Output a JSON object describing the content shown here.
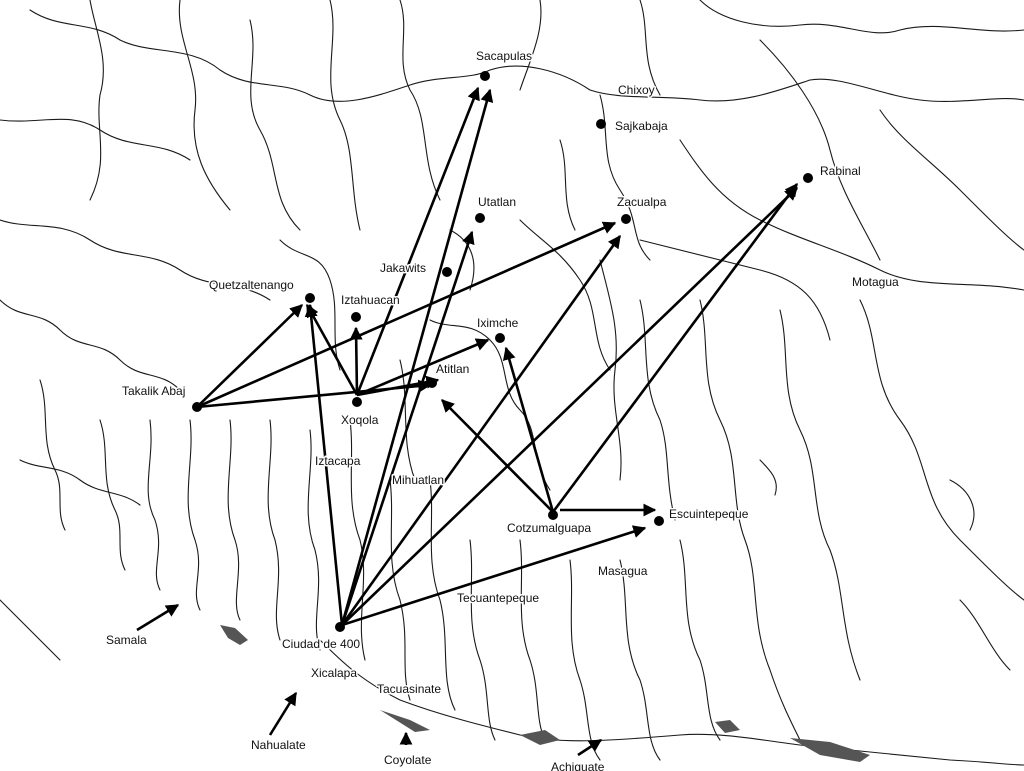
{
  "sites": {
    "sacapulas": "Sacapulas",
    "chixoy": "Chixoy",
    "sajkabaja": "Sajkabaja",
    "rabinal": "Rabinal",
    "utatlan": "Utatlan",
    "zacualpa": "Zacualpa",
    "jakawits": "Jakawits",
    "quetzaltenango": "Quetzaltenango",
    "iztahuacan": "Iztahuacan",
    "iximche": "Iximche",
    "motagua": "Motagua",
    "takalik_abaj": "Takalik Abaj",
    "atitlan": "Atitlan",
    "xoqola": "Xoqola",
    "iztacapa": "Iztacapa",
    "mihuatlan": "Mihuatlan",
    "cotzumalguapa": "Cotzumalguapa",
    "escuintepeque": "Escuintepeque",
    "masagua": "Masagua",
    "tecuantepeque": "Tecuantepeque",
    "samala": "Samala",
    "ciudad_de_400": "Ciudad de 400",
    "xicalapa": "Xicalapa",
    "tacuasinate": "Tacuasinate",
    "nahualate": "Nahualate",
    "coyolate": "Coyolate",
    "achiguate": "Achiguate"
  },
  "colors": {
    "background": "#ffffff",
    "rivers": "#1a1a1a",
    "routes": "#000000",
    "coastline": "#555555"
  },
  "icons": {
    "site_marker": "filled-circle",
    "route": "arrow"
  }
}
